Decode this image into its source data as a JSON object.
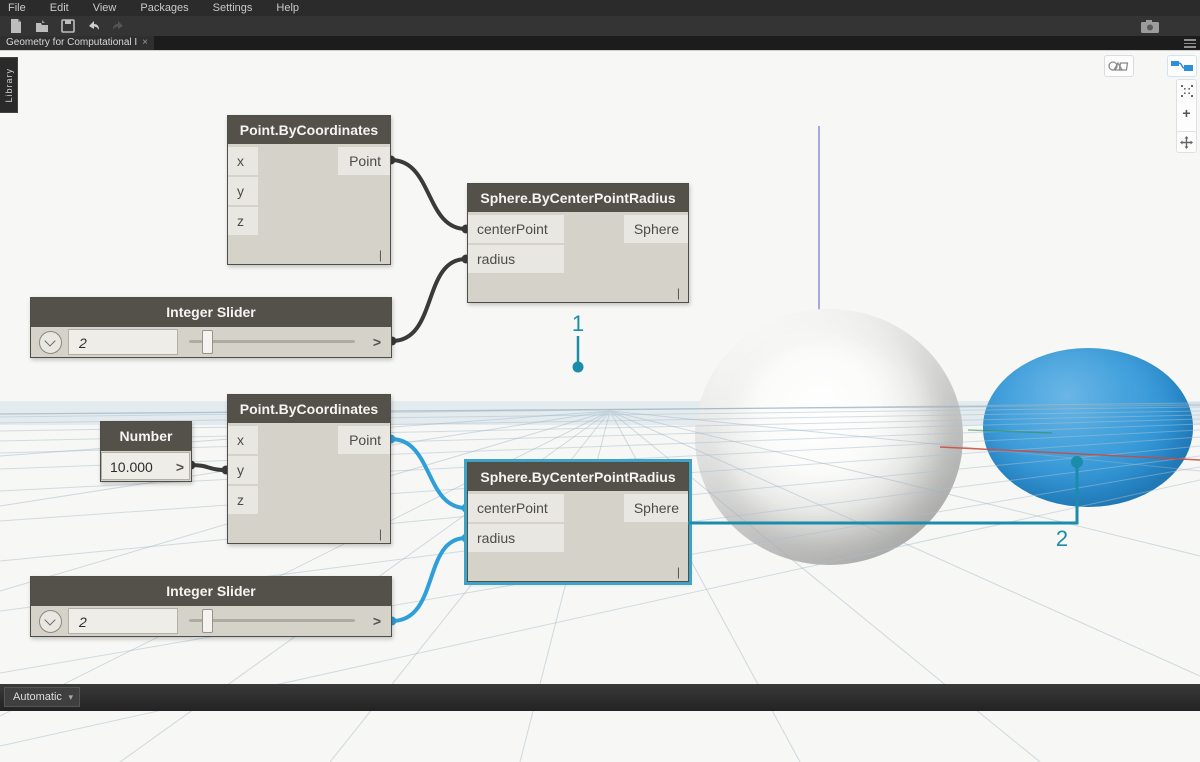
{
  "window": {
    "menu_items": [
      "File",
      "Edit",
      "View",
      "Packages",
      "Settings",
      "Help"
    ],
    "tab": {
      "label": "Geometry for Computational I",
      "close_glyph": "×"
    },
    "library_label": "Library",
    "status": {
      "run_mode": "Automatic",
      "caret_glyph": "▾"
    }
  },
  "nodes": {
    "point1": {
      "title": "Point.ByCoordinates",
      "inputs": [
        "x",
        "y",
        "z"
      ],
      "output": "Point",
      "lacing": "|"
    },
    "sphere1": {
      "title": "Sphere.ByCenterPointRadius",
      "inputs": [
        "centerPoint",
        "radius"
      ],
      "output": "Sphere",
      "lacing": "|"
    },
    "slider1": {
      "title": "Integer Slider",
      "value": "2",
      "output_glyph": ">"
    },
    "number1": {
      "title": "Number",
      "value": "10.000",
      "output_glyph": ">"
    },
    "point2": {
      "title": "Point.ByCoordinates",
      "inputs": [
        "x",
        "y",
        "z"
      ],
      "output": "Point",
      "lacing": "|"
    },
    "sphere2": {
      "title": "Sphere.ByCenterPointRadius",
      "inputs": [
        "centerPoint",
        "radius"
      ],
      "output": "Sphere",
      "lacing": "|",
      "selected": true
    },
    "slider2": {
      "title": "Integer Slider",
      "value": "2",
      "output_glyph": ">"
    }
  },
  "annotations": {
    "marker1": "1",
    "marker2": "2"
  },
  "colors": {
    "selection_accent": "#3fa3c6",
    "wire_dark": "#3a3a3a",
    "wire_blue": "#2f9fd9",
    "annotation_teal": "#1b8ca9",
    "sphere_blue": "#2e97d8",
    "node_header": "#54514a",
    "node_body": "#d5d2ca"
  }
}
